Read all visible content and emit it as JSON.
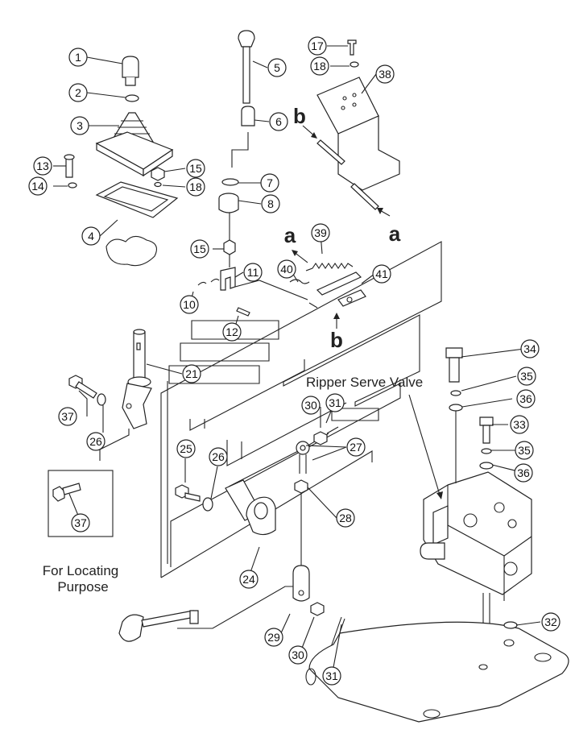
{
  "labels": {
    "ripper_valve": "Ripper Serve Valve",
    "locating_line1": "For Locating",
    "locating_line2": "Purpose"
  },
  "ref_letters": [
    "a",
    "a",
    "b",
    "b"
  ],
  "callouts": [
    "1",
    "2",
    "3",
    "4",
    "5",
    "6",
    "7",
    "8",
    "10",
    "11",
    "12",
    "13",
    "14",
    "15",
    "15",
    "17",
    "18",
    "18",
    "21",
    "24",
    "25",
    "26",
    "26",
    "27",
    "28",
    "29",
    "30",
    "30",
    "31",
    "31",
    "32",
    "33",
    "34",
    "35",
    "35",
    "36",
    "36",
    "37",
    "37",
    "38",
    "39",
    "40",
    "41"
  ]
}
